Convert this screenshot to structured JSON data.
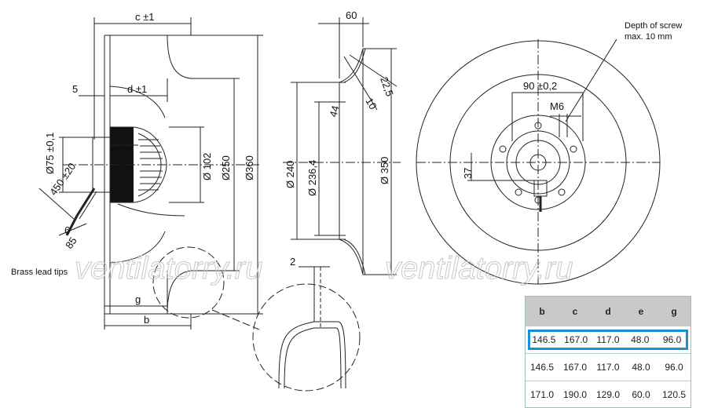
{
  "watermark": "ventilatorry.ru",
  "notes": {
    "depth_of_screw_line1": "Depth of screw",
    "depth_of_screw_line2": "max. 10 mm",
    "brass_lead_tips": "Brass lead tips"
  },
  "side_view": {
    "c": "c ±1",
    "d": "d ±1",
    "five": "5",
    "e": "e",
    "d75": "Ø75 ±0,1",
    "cable": "450 ±20",
    "six": "6",
    "eighty_five": "85",
    "d102": "Ø 102",
    "d250": "Ø250",
    "d360": "Ø360",
    "g": "g",
    "b": "b",
    "two": "2"
  },
  "section_view": {
    "sixty": "60",
    "d240": "Ø 240",
    "d236": "Ø 236,4",
    "d350": "Ø 350",
    "forty_four": "44",
    "ten": "10",
    "twenty_two_five": "22,5"
  },
  "front_view": {
    "ninety": "90 ±0,2",
    "m6": "M6",
    "thirty_seven": "37"
  },
  "table": {
    "headers": [
      "b",
      "c",
      "d",
      "e",
      "g"
    ],
    "rows": [
      [
        "146.5",
        "167.0",
        "117.0",
        "48.0",
        "96.0"
      ],
      [
        "146.5",
        "167.0",
        "117.0",
        "48.0",
        "96.0"
      ],
      [
        "171.0",
        "190.0",
        "129.0",
        "60.0",
        "120.5"
      ]
    ],
    "highlight_color": "#1a8fd6"
  }
}
